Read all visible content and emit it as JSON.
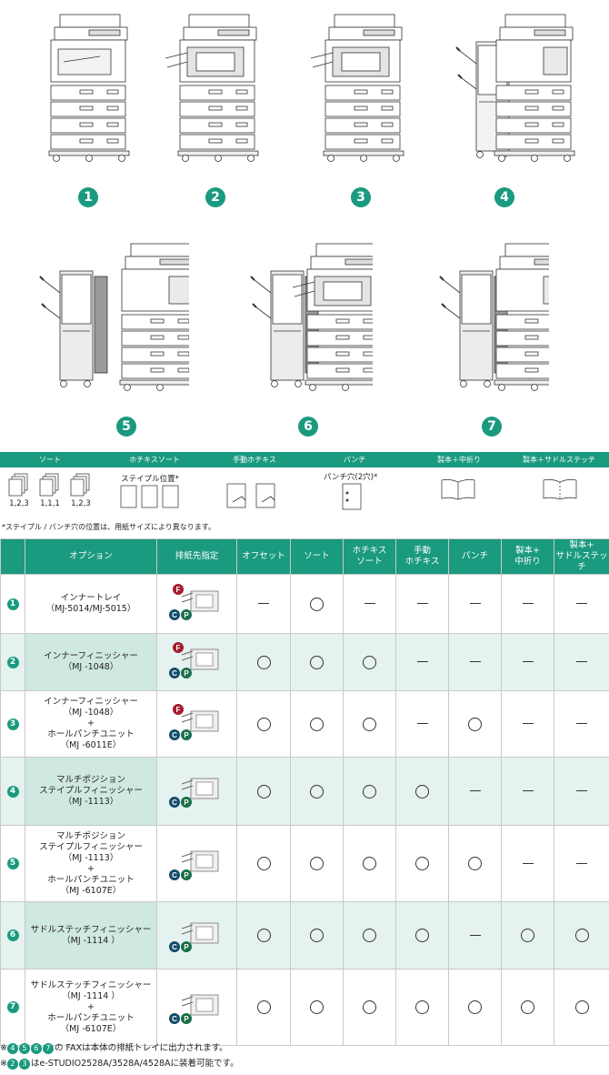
{
  "machine_numbers": [
    "1",
    "2",
    "3",
    "4",
    "5",
    "6",
    "7"
  ],
  "features": {
    "headers": [
      "ソート",
      "ホチキスソート",
      "手動ホチキス",
      "パンチ",
      "製本＋中折り",
      "製本＋サドルステッチ"
    ],
    "sort_labels": [
      "1,2,3",
      "1,1,1",
      "1,2,3"
    ],
    "staple_label": "ステイプル位置*",
    "punch_label": "パンチ穴(2穴)*",
    "note": "*ステイプル / パンチ穴の位置は、用紙サイズにより異なります。"
  },
  "table": {
    "headers": [
      "",
      "オプション",
      "排紙先指定",
      "オフセット",
      "ソート",
      "ホチキス\nソート",
      "手動\nホチキス",
      "パンチ",
      "製本+\n中折り",
      "製本+\nサドルステッチ"
    ],
    "rows": [
      {
        "num": "1",
        "name": "インナートレイ\n（MJ-5014/MJ-5015）",
        "tags": [
          "F",
          "C",
          "P"
        ],
        "values": [
          "—",
          "○",
          "—",
          "—",
          "—",
          "—",
          "—"
        ]
      },
      {
        "num": "2",
        "name": "インナーフィニッシャー\n（MJ -1048）",
        "tags": [
          "F",
          "C",
          "P"
        ],
        "values": [
          "○",
          "○",
          "○",
          "—",
          "—",
          "—",
          "—"
        ]
      },
      {
        "num": "3",
        "name": "インナーフィニッシャー\n（MJ -1048）\n+\nホールパンチユニット\n（MJ -6011E）",
        "tags": [
          "F",
          "C",
          "P"
        ],
        "values": [
          "○",
          "○",
          "○",
          "—",
          "○",
          "—",
          "—"
        ]
      },
      {
        "num": "4",
        "name": "マルチポジション\nステイプルフィニッシャー\n（MJ -1113）",
        "tags": [
          "C",
          "P"
        ],
        "values": [
          "○",
          "○",
          "○",
          "○",
          "—",
          "—",
          "—"
        ]
      },
      {
        "num": "5",
        "name": "マルチポジション\nステイプルフィニッシャー\n（MJ -1113）\n+\nホールパンチユニット\n（MJ -6107E）",
        "tags": [
          "C",
          "P"
        ],
        "values": [
          "○",
          "○",
          "○",
          "○",
          "○",
          "—",
          "—"
        ]
      },
      {
        "num": "6",
        "name": "サドルステッチフィニッシャー\n（MJ -1114 ）",
        "tags": [
          "C",
          "P"
        ],
        "values": [
          "○",
          "○",
          "○",
          "○",
          "—",
          "○",
          "○"
        ]
      },
      {
        "num": "7",
        "name": "サドルステッチフィニッシャー\n（MJ -1114 ）\n+\nホールパンチユニット\n（MJ -6107E）",
        "tags": [
          "C",
          "P"
        ],
        "values": [
          "○",
          "○",
          "○",
          "○",
          "○",
          "○",
          "○"
        ]
      }
    ]
  },
  "footnotes": [
    {
      "prefix": "※",
      "nums": [
        "4",
        "5",
        "6",
        "7"
      ],
      "text": "の FAXは本体の排紙トレイに出力されます。"
    },
    {
      "prefix": "※",
      "nums": [
        "2",
        "3"
      ],
      "text": "はe-STUDIO2528A/3528A/4528Aに装着可能です。"
    }
  ]
}
